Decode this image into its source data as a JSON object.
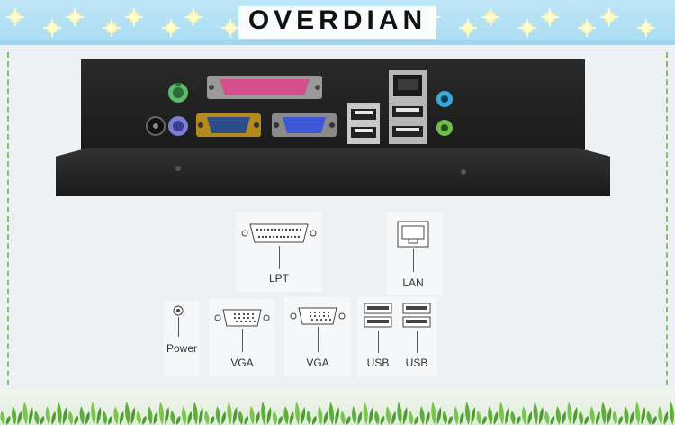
{
  "brand": {
    "name": "OVERDIAN"
  },
  "diagram": {
    "lpt_label": "LPT",
    "lan_label": "LAN",
    "power_label": "Power",
    "vga1_label": "VGA",
    "vga2_label": "VGA",
    "usb1_label": "USB",
    "usb2_label": "USB"
  },
  "colors": {
    "banner": "#a9dcf3",
    "ps2_mouse": "#5db96b",
    "ps2_keyboard": "#7b7fd8",
    "parallel": "#d54f8c",
    "serial": "#c8a21e",
    "vga": "#3e57d6",
    "audio_in": "#3aa8d8",
    "audio_out": "#6dbf4a",
    "grass": "#5fae3c"
  }
}
